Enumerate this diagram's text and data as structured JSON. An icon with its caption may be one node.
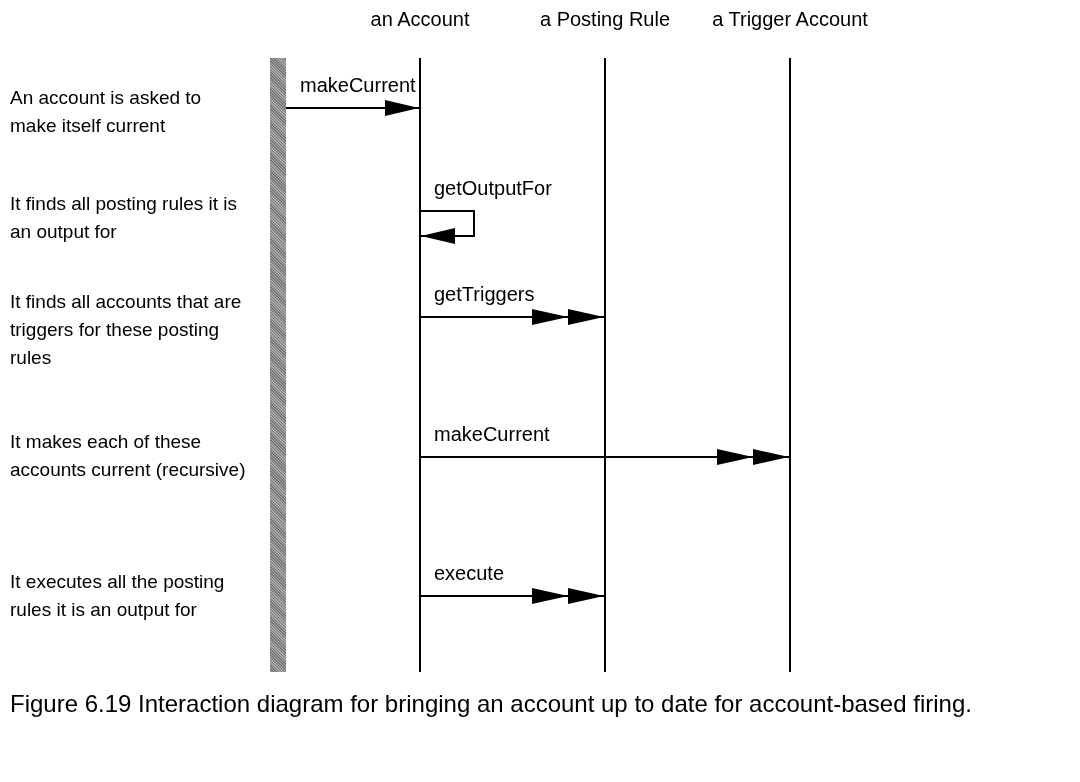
{
  "diagram": {
    "caption": "Figure 6.19 Interaction diagram for bringing an account up to date for account-based firing.",
    "nodes": [
      {
        "text": [
          "an Account"
        ]
      },
      {
        "text": [
          "a Posting Rule"
        ]
      },
      {
        "text": [
          "a Trigger Account"
        ]
      },
      {
        "text": [],
        "shape": "bar"
      }
    ],
    "edges": [
      {
        "from": 3,
        "to": 0,
        "arrow": "to",
        "label": "makeCurrent"
      },
      {
        "from": 0,
        "to": 0,
        "arrow": "to",
        "label": "getOutputFor"
      },
      {
        "from": 0,
        "to": 1,
        "arrow": "to",
        "label": "getTriggers"
      },
      {
        "from": 0,
        "to": 2,
        "arrow": "to",
        "label": "makeCurrent"
      },
      {
        "from": 0,
        "to": 1,
        "arrow": "to",
        "label": "execute"
      }
    ],
    "labels": [
      "An account is asked to make itself current",
      "It finds all posting rules it is an output for",
      "It finds all accounts that are triggers for these posting rules",
      "It makes each of these accounts current (recursive)",
      "It executes all the posting rules it is an output for"
    ]
  }
}
